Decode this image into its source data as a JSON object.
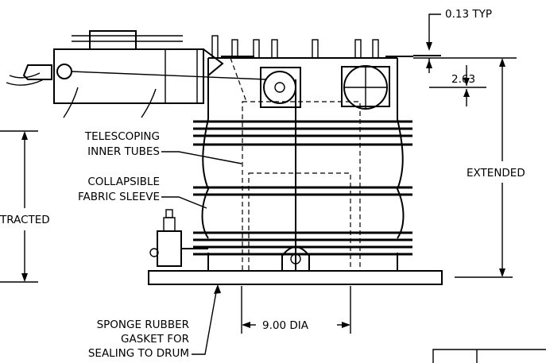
{
  "labels": {
    "typ": "0.13 TYP",
    "depth": "2.63",
    "telescoping_1": "TELESCOPING",
    "telescoping_2": "INNER TUBES",
    "collapsible_1": "COLLAPSIBLE",
    "collapsible_2": "FABRIC SLEEVE",
    "extended": "EXTENDED",
    "retracted": "TRACTED",
    "sponge_1": "SPONGE RUBBER",
    "sponge_2": "GASKET FOR",
    "sponge_3": "SEALING TO DRUM",
    "diameter": "9.00 DIA"
  }
}
